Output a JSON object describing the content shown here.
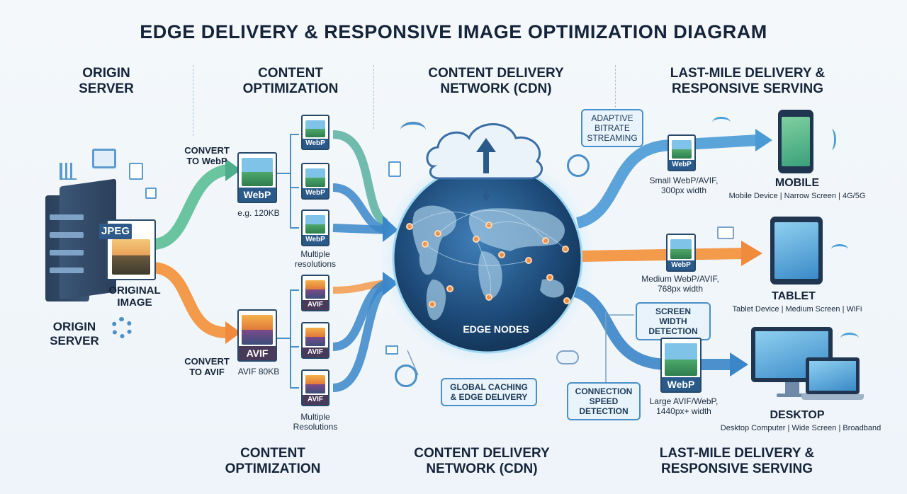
{
  "title": "EDGE DELIVERY & RESPONSIVE IMAGE OPTIMIZATION DIAGRAM",
  "columns": {
    "origin": "ORIGIN SERVER",
    "optimization": "CONTENT OPTIMIZATION",
    "cdn": "CONTENT DELIVERY NETWORK (CDN)",
    "lastmile": "LAST-MILE DELIVERY & RESPONSIVE SERVING"
  },
  "footer": {
    "optimization": "CONTENT OPTIMIZATION",
    "cdn": "CONTENT DELIVERY NETWORK (CDN)",
    "lastmile": "LAST-MILE DELIVERY & RESPONSIVE SERVING"
  },
  "origin": {
    "file_badge": "JPEG",
    "image_label": "ORIGINAL IMAGE",
    "server_label": "ORIGIN SERVER"
  },
  "optimization": {
    "webp": {
      "step": "CONVERT TO WebP",
      "file": "WebP",
      "size": "e.g. 120KB",
      "variants": [
        "WebP",
        "WebP",
        "WebP"
      ],
      "note": "Multiple resolutions"
    },
    "avif": {
      "step": "CONVERT TO AVIF",
      "file": "AVIF",
      "size": "AVIF 80KB",
      "variants": [
        "AVIF",
        "AVIF",
        "AVIF"
      ],
      "note": "Multiple Resolutions"
    }
  },
  "cdn": {
    "edge_label": "EDGE NODES",
    "caching_box": "GLOBAL CACHING & EDGE DELIVERY"
  },
  "lastmile": {
    "adaptive_box": "ADAPTIVE BITRATE STREAMING",
    "screen_box": "SCREEN WIDTH DETECTION",
    "speed_box": "CONNECTION SPEED DETECTION",
    "small": {
      "file": "WebP",
      "caption": "Small WebP/AVIF, 300px width"
    },
    "medium": {
      "file": "WebP",
      "caption": "Medium WebP/AVIF, 768px width"
    },
    "large": {
      "file": "WebP",
      "caption": "Large AVIF/WebP, 1440px+ width"
    }
  },
  "devices": {
    "mobile": {
      "name": "MOBILE",
      "desc": "Mobile Device | Narrow Screen | 4G/5G"
    },
    "tablet": {
      "name": "TABLET",
      "desc": "Tablet Device | Medium Screen | WiFi"
    },
    "desktop": {
      "name": "DESKTOP",
      "desc": "Desktop Computer | Wide Screen | Broadband"
    }
  },
  "colors": {
    "webp_flow": "#4cae8a",
    "avif_flow": "#f08a3c",
    "cdn_flow": "#3a86c8",
    "globe": "#1f4d7a"
  }
}
